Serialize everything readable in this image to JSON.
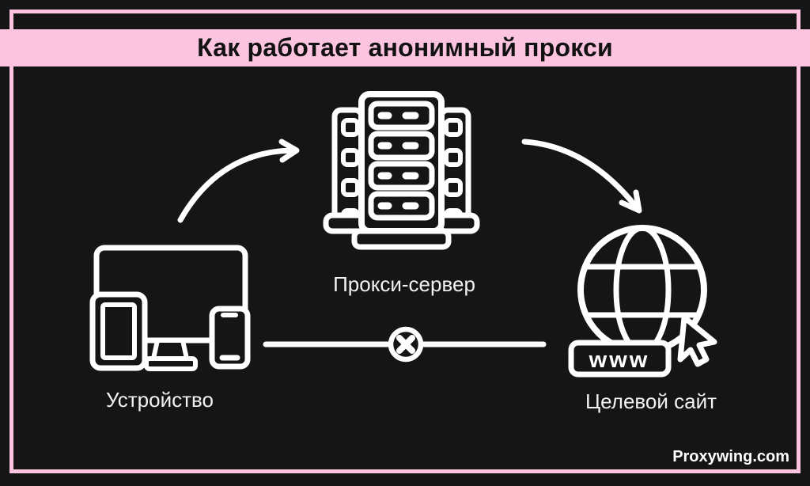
{
  "banner": {
    "title": "Как работает анонимный прокси"
  },
  "nodes": {
    "device": {
      "label": "Устройство",
      "icon": "devices-icon"
    },
    "proxy": {
      "label": "Прокси-сервер",
      "icon": "proxy-server-icon"
    },
    "target": {
      "label": "Целевой сайт",
      "icon": "globe-www-cursor-icon",
      "www_text": "www"
    }
  },
  "connections": {
    "device_to_proxy": {
      "type": "curved-arrow",
      "status": "allowed"
    },
    "proxy_to_target": {
      "type": "curved-arrow",
      "status": "allowed"
    },
    "device_to_target": {
      "type": "direct-line",
      "status": "blocked",
      "icon": "blocked-x-icon"
    }
  },
  "watermark": {
    "label": "Proxywing.com"
  },
  "colors": {
    "background": "#151515",
    "accent_pink": "#fcc4de",
    "foreground": "#ffffff",
    "title_text": "#121212"
  }
}
